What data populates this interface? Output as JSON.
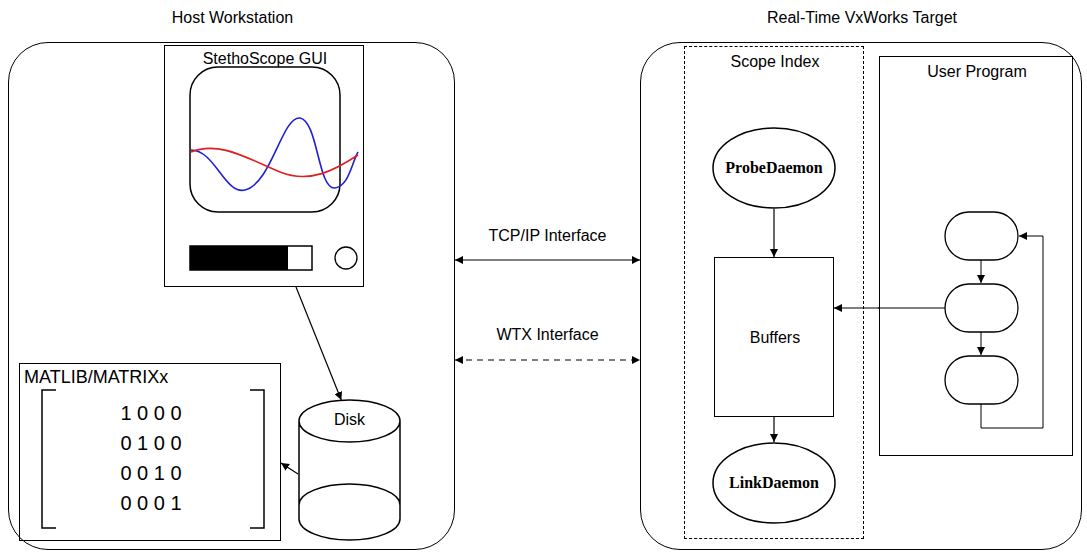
{
  "diagram": {
    "nodes": [
      {
        "text": [
          "Host Workstation"
        ]
      },
      {
        "text": [
          "StethoScope GUI"
        ],
        "in": 0
      },
      {
        "text": [
          "MATLIB/MATRIXx",
          "1 0 0 0",
          "0 1 0 0",
          "0 0 1 0",
          "0 0 0 1"
        ],
        "in": 0
      },
      {
        "text": [
          "Disk"
        ],
        "in": 0
      },
      {
        "text": [
          "Real-Time VxWorks Target"
        ]
      },
      {
        "text": [
          "Scope Index"
        ],
        "in": 4
      },
      {
        "text": [
          "ProbeDaemon"
        ],
        "in": 5
      },
      {
        "text": [
          "Buffers"
        ],
        "in": 5
      },
      {
        "text": [
          "LinkDaemon"
        ],
        "in": 5
      },
      {
        "text": [
          "User Program"
        ],
        "in": 4
      }
    ],
    "edges": [
      {
        "from": 1,
        "to": 3,
        "arrow": "to"
      },
      {
        "from": 3,
        "to": 2,
        "arrow": "to"
      },
      {
        "from": 6,
        "to": 7,
        "arrow": "to"
      },
      {
        "from": 7,
        "to": 8,
        "arrow": "to"
      },
      {
        "from": 9,
        "to": 7,
        "arrow": "to"
      },
      {
        "from": 0,
        "to": 4,
        "arrow": "both",
        "label": "TCP/IP Interface"
      },
      {
        "from": 0,
        "to": 4,
        "arrow": "both",
        "label": "WTX Interface"
      }
    ]
  }
}
